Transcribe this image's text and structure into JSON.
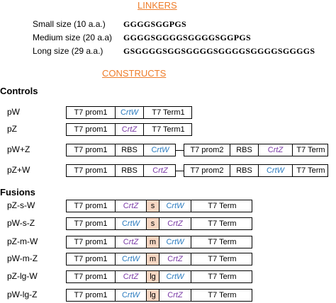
{
  "linkers": {
    "title": "LINKERS",
    "items": [
      {
        "label": "Small size (10 a.a.)",
        "sequence": "GGGGSGGPGS"
      },
      {
        "label": "Medium size (20 a.a)",
        "sequence": "GGGGSGGGGSGGGGSGGPGS"
      },
      {
        "label": "Long size (29 a.a.)",
        "sequence": "GSGGGGSGGSGGGGSGGGGSGGGGSGGGGS"
      }
    ]
  },
  "constructs": {
    "title": "CONSTRUCTS",
    "controls_title": "Controls",
    "fusions_title": "Fusions",
    "controls": [
      {
        "name": "pW",
        "parts": [
          "T7 prom1",
          "CrtW",
          "T7 Term1"
        ]
      },
      {
        "name": "pZ",
        "parts": [
          "T7 prom1",
          "CrtZ",
          "T7 Term1"
        ]
      },
      {
        "name": "pW+Z",
        "parts": [
          "T7 prom1",
          "RBS",
          "CrtW",
          "T7 prom2",
          "RBS",
          "CrtZ",
          "T7 Term"
        ]
      },
      {
        "name": "pZ+W",
        "parts": [
          "T7 prom1",
          "RBS",
          "CrtZ",
          "T7 prom2",
          "RBS",
          "CrtW",
          "T7 Term"
        ]
      }
    ],
    "fusions": [
      {
        "name": "pZ-s-W",
        "parts": [
          "T7 prom1",
          "CrtZ",
          "s",
          "CrtW",
          "T7 Term"
        ]
      },
      {
        "name": "pW-s-Z",
        "parts": [
          "T7 prom1",
          "CrtW",
          "s",
          "CrtZ",
          "T7 Term"
        ]
      },
      {
        "name": "pZ-m-W",
        "parts": [
          "T7 prom1",
          "CrtZ",
          "m",
          "CrtW",
          "T7 Term"
        ]
      },
      {
        "name": "pW-m-Z",
        "parts": [
          "T7 prom1",
          "CrtW",
          "m",
          "CrtZ",
          "T7 Term"
        ]
      },
      {
        "name": "pZ-lg-W",
        "parts": [
          "T7 prom1",
          "CrtZ",
          "lg",
          "CrtW",
          "T7 Term"
        ]
      },
      {
        "name": "pW-lg-Z",
        "parts": [
          "T7 prom1",
          "CrtW",
          "lg",
          "CrtZ",
          "T7 Term"
        ]
      }
    ]
  },
  "colors": {
    "heading_orange": "#ee7d2b",
    "crtw_blue": "#2b7bbf",
    "crtz_purple": "#7a3aa6",
    "linker_fill": "#f7d6c2"
  }
}
